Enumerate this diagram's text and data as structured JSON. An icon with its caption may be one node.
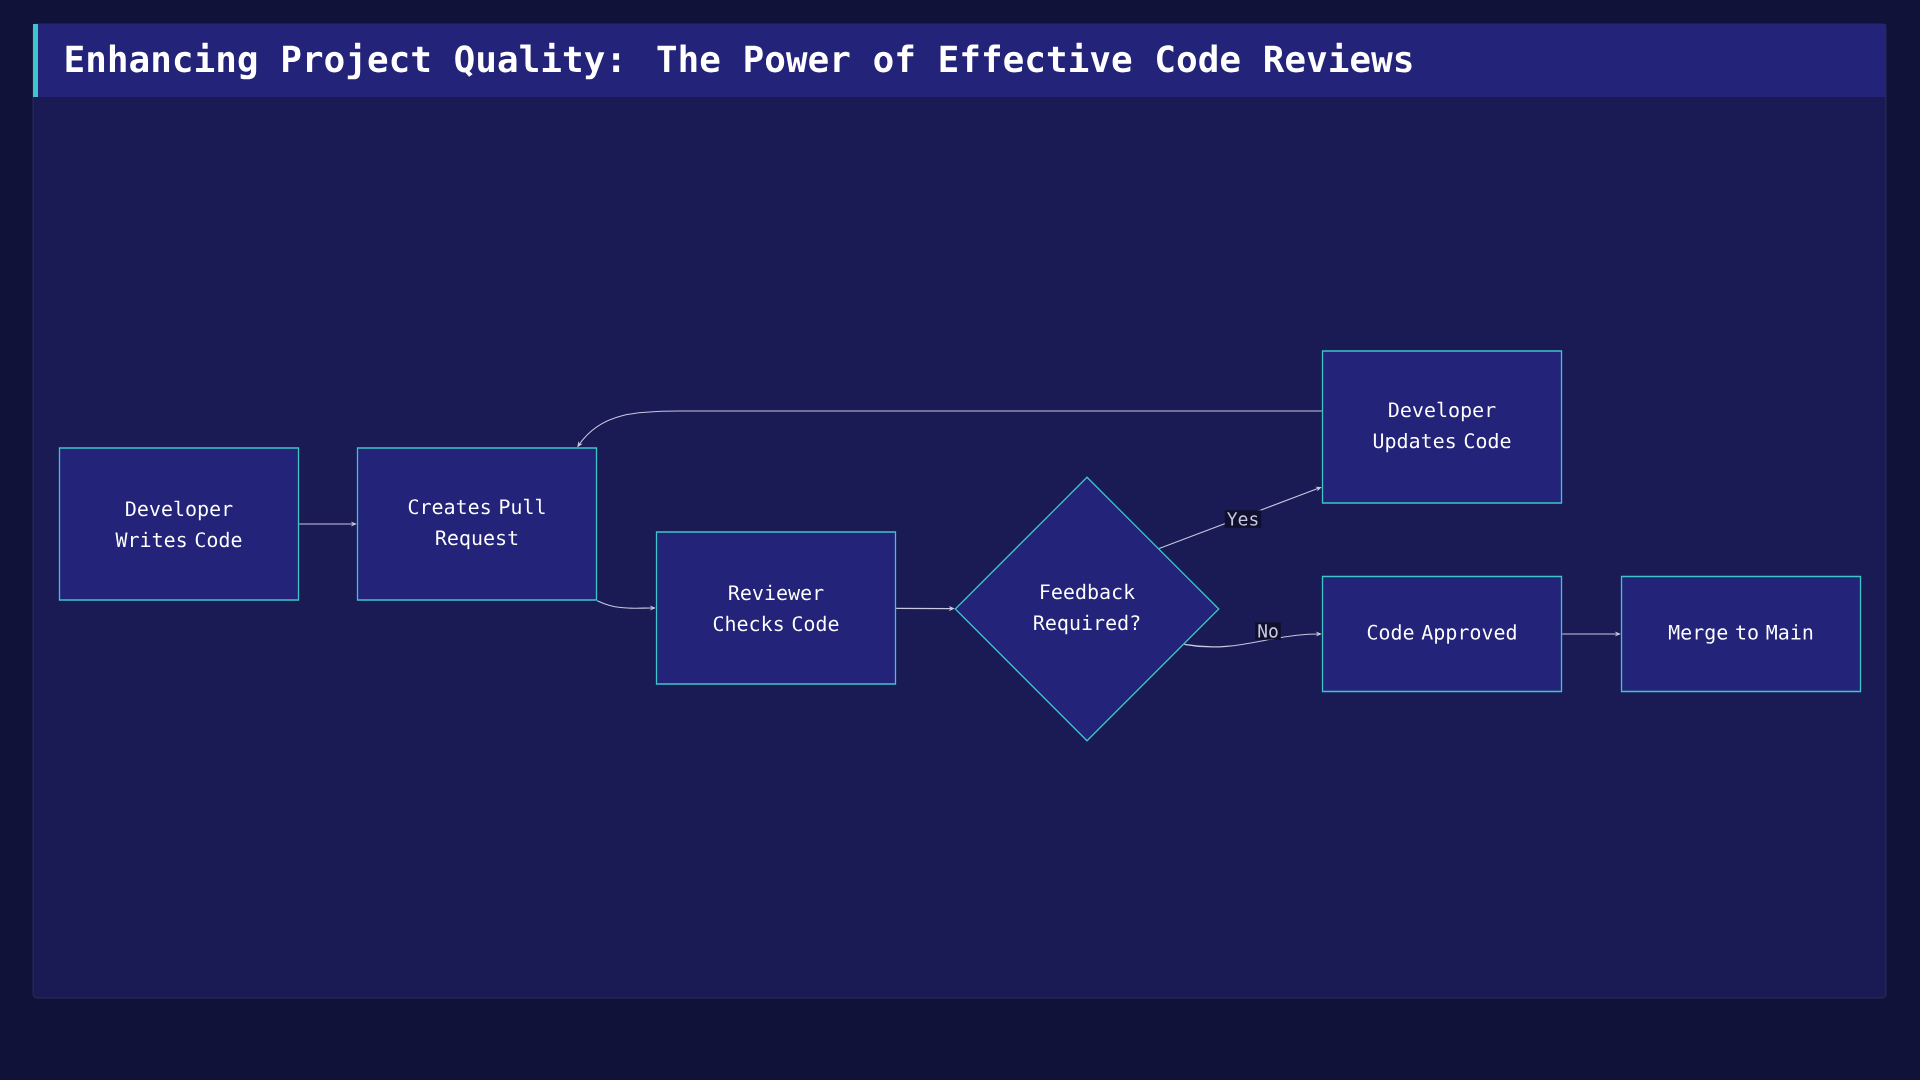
{
  "diagram": {
    "title": "Enhancing Project Quality: The Power of Effective Code Reviews",
    "nodes": [
      {
        "text": [
          "Developer Writes Code"
        ]
      },
      {
        "text": [
          "Creates Pull Request"
        ]
      },
      {
        "text": [
          "Reviewer Checks Code"
        ]
      },
      {
        "text": [
          "Feedback Required?"
        ]
      },
      {
        "text": [
          "Developer Updates Code"
        ]
      },
      {
        "text": [
          "Code Approved"
        ]
      },
      {
        "text": [
          "Merge to Main"
        ]
      }
    ],
    "edges": [
      {
        "from": 0,
        "to": 1,
        "arrow": "to"
      },
      {
        "from": 1,
        "to": 2,
        "arrow": "to"
      },
      {
        "from": 2,
        "to": 3,
        "arrow": "to"
      },
      {
        "from": 3,
        "to": 4,
        "label": "Yes",
        "arrow": "to"
      },
      {
        "from": 3,
        "to": 5,
        "label": "No",
        "arrow": "to"
      },
      {
        "from": 4,
        "to": 1,
        "arrow": "to"
      },
      {
        "from": 5,
        "to": 6,
        "arrow": "to"
      }
    ]
  }
}
